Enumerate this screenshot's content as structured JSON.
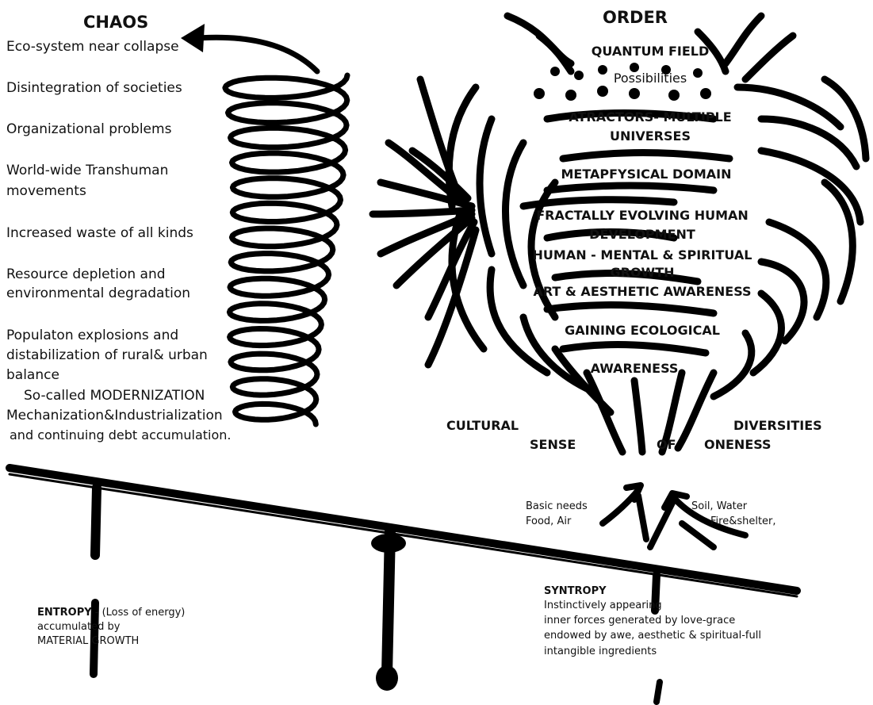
{
  "chaos": {
    "title": "CHAOS",
    "items": [
      "Eco-system near collapse",
      "Disintegration of societies",
      "Organizational problems",
      "World-wide Transhuman",
      "movements",
      "Increased waste of all kinds",
      "Resource depletion and",
      "environmental degradation",
      "Populaton explosions and",
      "distabilization of rural& urban",
      "balance",
      "So-called MODERNIZATION",
      "Mechanization&Industrialization",
      "and continuing debt accumulation."
    ]
  },
  "order": {
    "title": "ORDER",
    "lines": [
      "QUANTUM FIELD",
      "Possibilities",
      "ATRACTORS- MULTIPLE",
      "UNIVERSES",
      "METAPFYSICAL DOMAIN",
      "FRACTALLY EVOLVING HUMAN",
      "DEVELOPMENT",
      "HUMAN - MENTAL & SPIRITUAL",
      "GROWTH",
      "ART & AESTHETIC AWARENESS",
      "GAINING ECOLOGICAL",
      "AWARENESS"
    ],
    "cultural": "CULTURAL",
    "diversities": "DIVERSITIES",
    "sense": "SENSE",
    "of": "OF",
    "oneness": "ONENESS"
  },
  "basics": {
    "left1": "Basic needs",
    "left2": "Food, Air",
    "right1": "Soil, Water",
    "right2": "Fire&shelter,"
  },
  "entropy": {
    "head": "ENTROPY",
    "rest": " - (Loss of energy)",
    "line2": "accumulated by",
    "line3": "MATERIAL GROWTH"
  },
  "syntropy": {
    "head": "SYNTROPY",
    "lines": [
      "Instinctively appearing",
      "inner forces generated by love-grace",
      "endowed by awe, aesthetic & spiritual-full",
      "intangible ingredients"
    ]
  }
}
